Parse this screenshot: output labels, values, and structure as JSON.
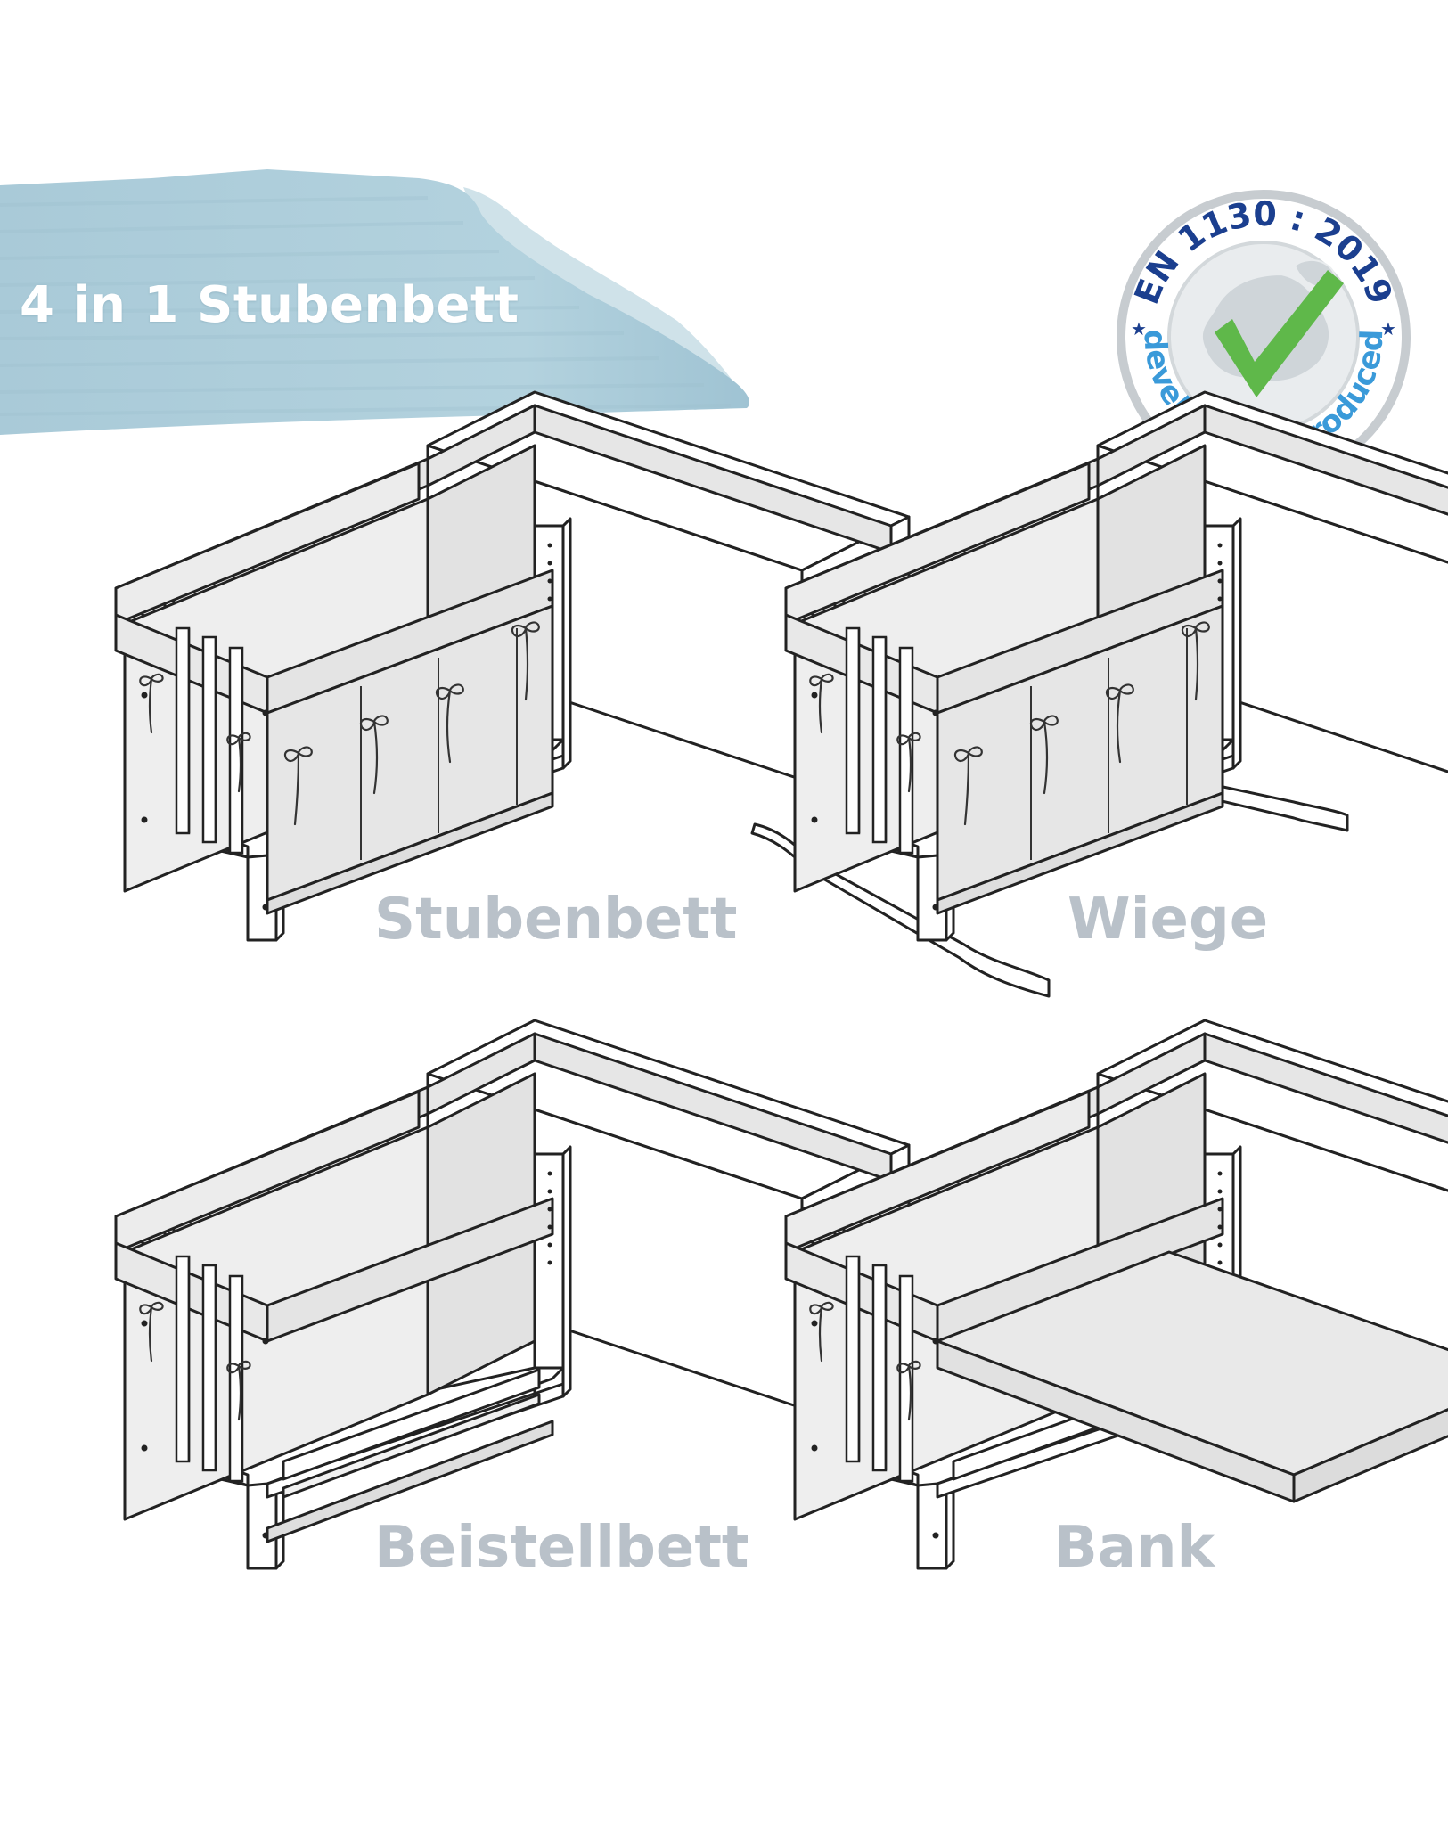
{
  "headline": "4 in 1 Stubenbett",
  "badge": {
    "top_text": "EN 1130 : 2019",
    "bottom_text": "developed & produced",
    "ring_color": "#bfc5ca",
    "text_color": "#1b3f8f",
    "bottom_text_color": "#3a9ad9",
    "check_color": "#5fb84a",
    "icon": "europe-map-checkmark-icon"
  },
  "accent_color": "#a8cad8",
  "caption_color": "#b9c1c9",
  "variants": [
    {
      "key": "stubenbett",
      "label": "Stubenbett",
      "icon": "cot-icon"
    },
    {
      "key": "wiege",
      "label": "Wiege",
      "icon": "cradle-icon"
    },
    {
      "key": "beistellbett",
      "label": "Beistellbett",
      "icon": "bedside-crib-icon"
    },
    {
      "key": "bank",
      "label": "Bank",
      "icon": "bench-icon"
    }
  ]
}
